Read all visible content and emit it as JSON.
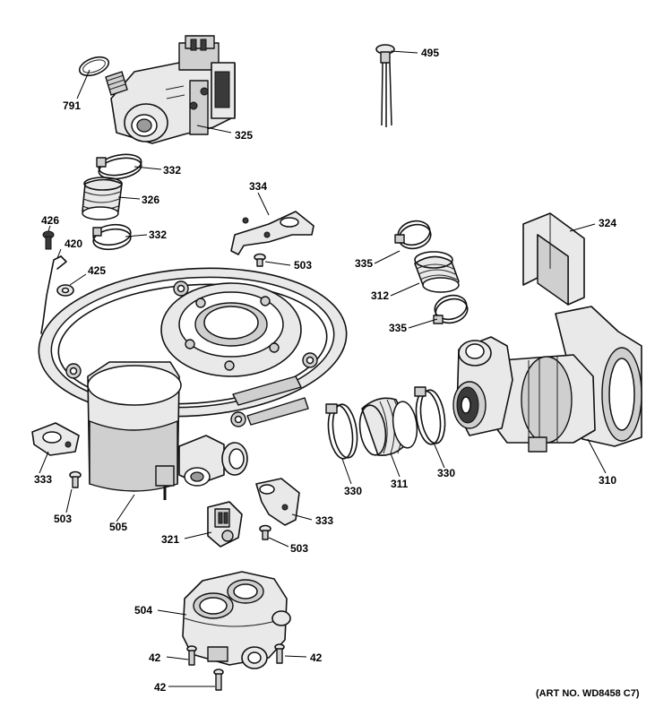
{
  "diagram": {
    "art_number": "(ART NO. WD8458 C7)",
    "part_labels": {
      "p791": "791",
      "p325": "325",
      "p495": "495",
      "p332a": "332",
      "p326": "326",
      "p332b": "332",
      "p334": "334",
      "p426": "426",
      "p420": "420",
      "p425": "425",
      "p503a": "503",
      "p324": "324",
      "p335a": "335",
      "p312": "312",
      "p335b": "335",
      "p333a": "333",
      "p503b": "503",
      "p505": "505",
      "p330a": "330",
      "p311": "311",
      "p330b": "330",
      "p310": "310",
      "p333b": "333",
      "p321": "321",
      "p503c": "503",
      "p504": "504",
      "p42a": "42",
      "p42b": "42",
      "p42c": "42"
    }
  }
}
